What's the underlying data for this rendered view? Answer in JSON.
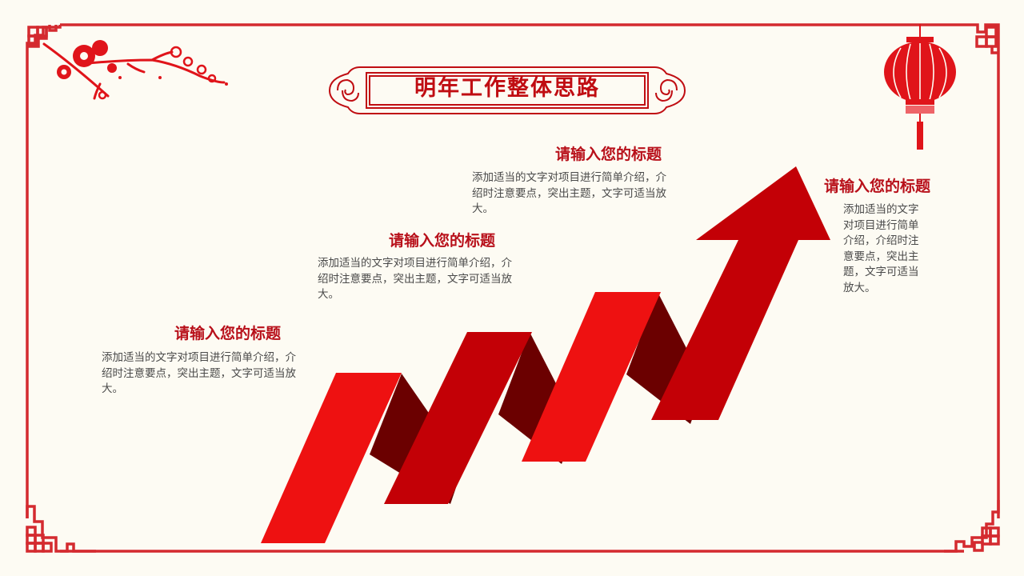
{
  "slide": {
    "title": "明年工作整体思路",
    "colors": {
      "background": "#fdfbf3",
      "frame_red": "#d42a2f",
      "title_red": "#c00d12",
      "arrow_bright": "#ee1111",
      "arrow_mid": "#c30006",
      "arrow_dark": "#6b0000",
      "body_text": "#4a4a4a"
    },
    "decorations": [
      "plum-blossom-branch",
      "red-lantern",
      "fretwork-corners",
      "ornate-title-frame"
    ],
    "items": [
      {
        "title": "请输入您的标题",
        "body": "添加适当的文字对项目进行简单介绍，介绍时注意要点，突出主题，文字可适当放大。"
      },
      {
        "title": "请输入您的标题",
        "body": "添加适当的文字对项目进行简单介绍，介绍时注意要点，突出主题，文字可适当放大。"
      },
      {
        "title": "请输入您的标题",
        "body": "添加适当的文字对项目进行简单介绍，介绍时注意要点，突出主题，文字可适当放大。"
      },
      {
        "title": "请输入您的标题",
        "body": "添加适当的文字对项目进行简单介绍，介绍时注意要点，突出主题，文字可适当放大。"
      }
    ]
  }
}
